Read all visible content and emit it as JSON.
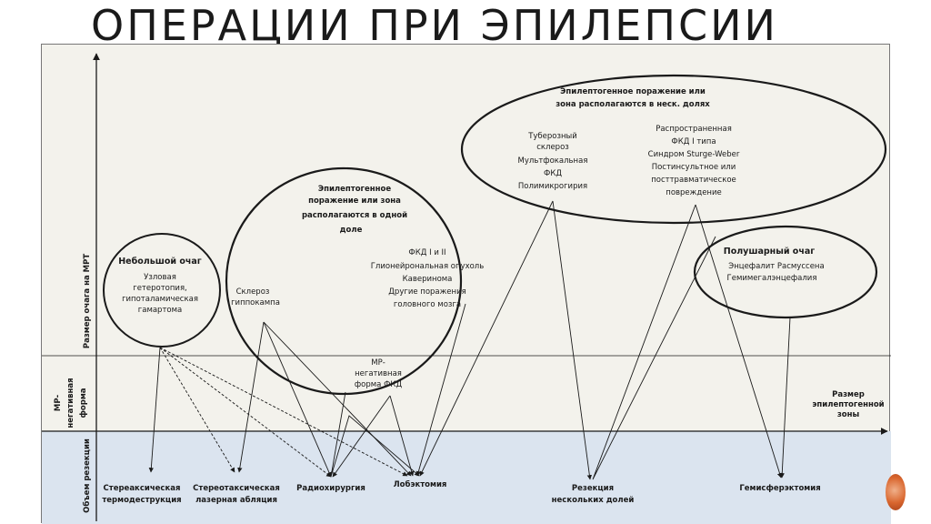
{
  "title": "ОПЕРАЦИИ ПРИ ЭПИЛЕПСИИ",
  "axes": {
    "y_top": "Размер очага на МРТ",
    "y_mid": [
      "МР-",
      "негативная",
      "форма"
    ],
    "y_bottom": "Объем резекции",
    "x_label": [
      "Размер",
      "эпилептогенной",
      "зоны"
    ]
  },
  "circles": {
    "small": {
      "heading": "Небольшой очаг",
      "lines": [
        "Узловая",
        "гетеротопия,",
        "гипоталамическая",
        "гамартома"
      ]
    },
    "hippo": {
      "lines": [
        "Склероз",
        "гиппокампа"
      ]
    },
    "lobe": {
      "heading": [
        "Эпилептогенное",
        "поражение или зона",
        "располагаются в одной",
        "доле"
      ],
      "lines": [
        "ФКД I и II",
        "Глионейрональная опухоль",
        "Каверинома",
        "Другие поражения",
        "головного мозга"
      ]
    },
    "multi": {
      "heading": [
        "Эпилептогенное поражение или",
        "зона располагаются в неск. долях"
      ],
      "left_lines": [
        "Туберозный",
        "склероз",
        "Мультфокальная",
        "ФКД",
        "Полимикрогирия"
      ],
      "right_lines": [
        "Распространенная",
        "ФКД I типа",
        "Синдром Sturge-Weber",
        "Постинсультное или",
        "посттравматическое",
        "повреждение"
      ]
    },
    "hemi": {
      "heading": "Полушарный очаг",
      "lines": [
        "Энцефалит Расмуссена",
        "Гемимегалэнцефалия"
      ]
    },
    "mrneg": {
      "lines": [
        "МР-",
        "негативная",
        "форма ФКД"
      ]
    }
  },
  "procedures": {
    "thermo": [
      "Стереаксическая",
      "термодеструкция"
    ],
    "laser": [
      "Стереотаксическая",
      "лазерная абляция"
    ],
    "radio": "Радиохирургия",
    "lobectomy": "Лобэктомия",
    "multilobe": [
      "Резекция",
      "нескольких долей"
    ],
    "hemisph": "Гемисферэктомия"
  },
  "colors": {
    "frame_bg": "#f3f2ec",
    "bottom_band": "#dbe4ef",
    "ink": "#1a1a1a",
    "badge": "#d9662e"
  }
}
